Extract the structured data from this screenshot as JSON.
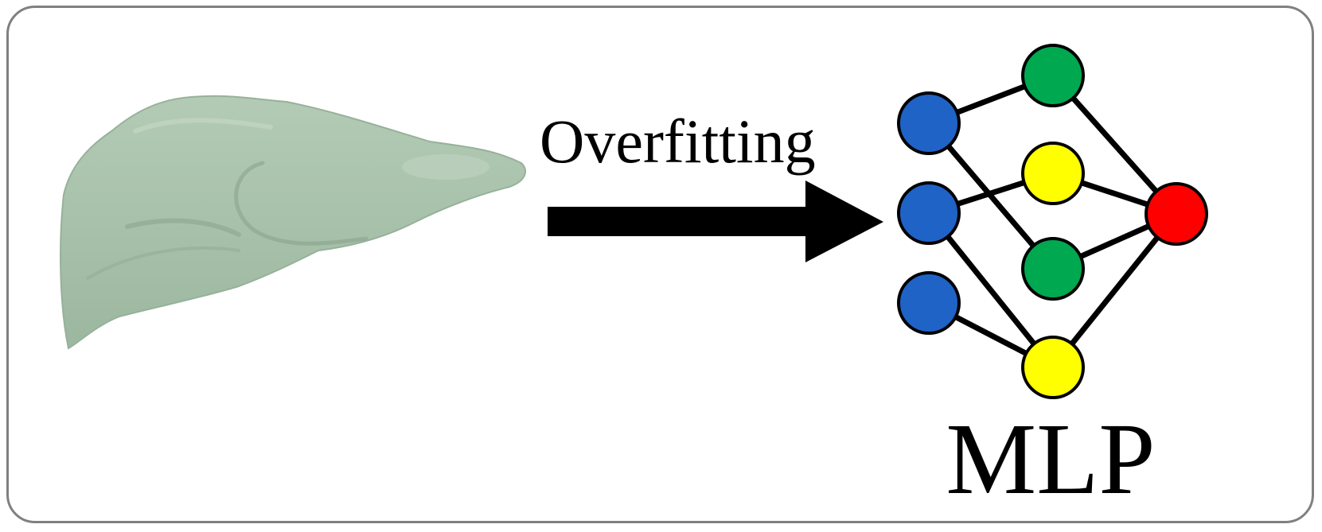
{
  "diagram": {
    "arrow_label": "Overfitting",
    "network_label": "MLP",
    "organ_icon": "liver-3d-mesh",
    "colors": {
      "frame_border": "#808080",
      "organ_fill": "#a8c2ab",
      "organ_shade": "#8fab93",
      "arrow": "#000000",
      "input_node": "#1f63c7",
      "hidden_node_green": "#00a84f",
      "hidden_node_yellow": "#ffff00",
      "output_node": "#ff0000",
      "edge": "#000000"
    },
    "network": {
      "layers": [
        {
          "name": "input",
          "nodes": [
            "blue",
            "blue",
            "blue"
          ]
        },
        {
          "name": "hidden",
          "nodes": [
            "green",
            "yellow",
            "green",
            "yellow"
          ]
        },
        {
          "name": "output",
          "nodes": [
            "red"
          ]
        }
      ],
      "edges": [
        [
          "input-0",
          "hidden-0"
        ],
        [
          "input-0",
          "hidden-2"
        ],
        [
          "input-1",
          "hidden-1"
        ],
        [
          "input-1",
          "hidden-3"
        ],
        [
          "input-2",
          "hidden-3"
        ],
        [
          "hidden-0",
          "output-0"
        ],
        [
          "hidden-1",
          "output-0"
        ],
        [
          "hidden-2",
          "output-0"
        ],
        [
          "hidden-3",
          "output-0"
        ]
      ]
    }
  }
}
